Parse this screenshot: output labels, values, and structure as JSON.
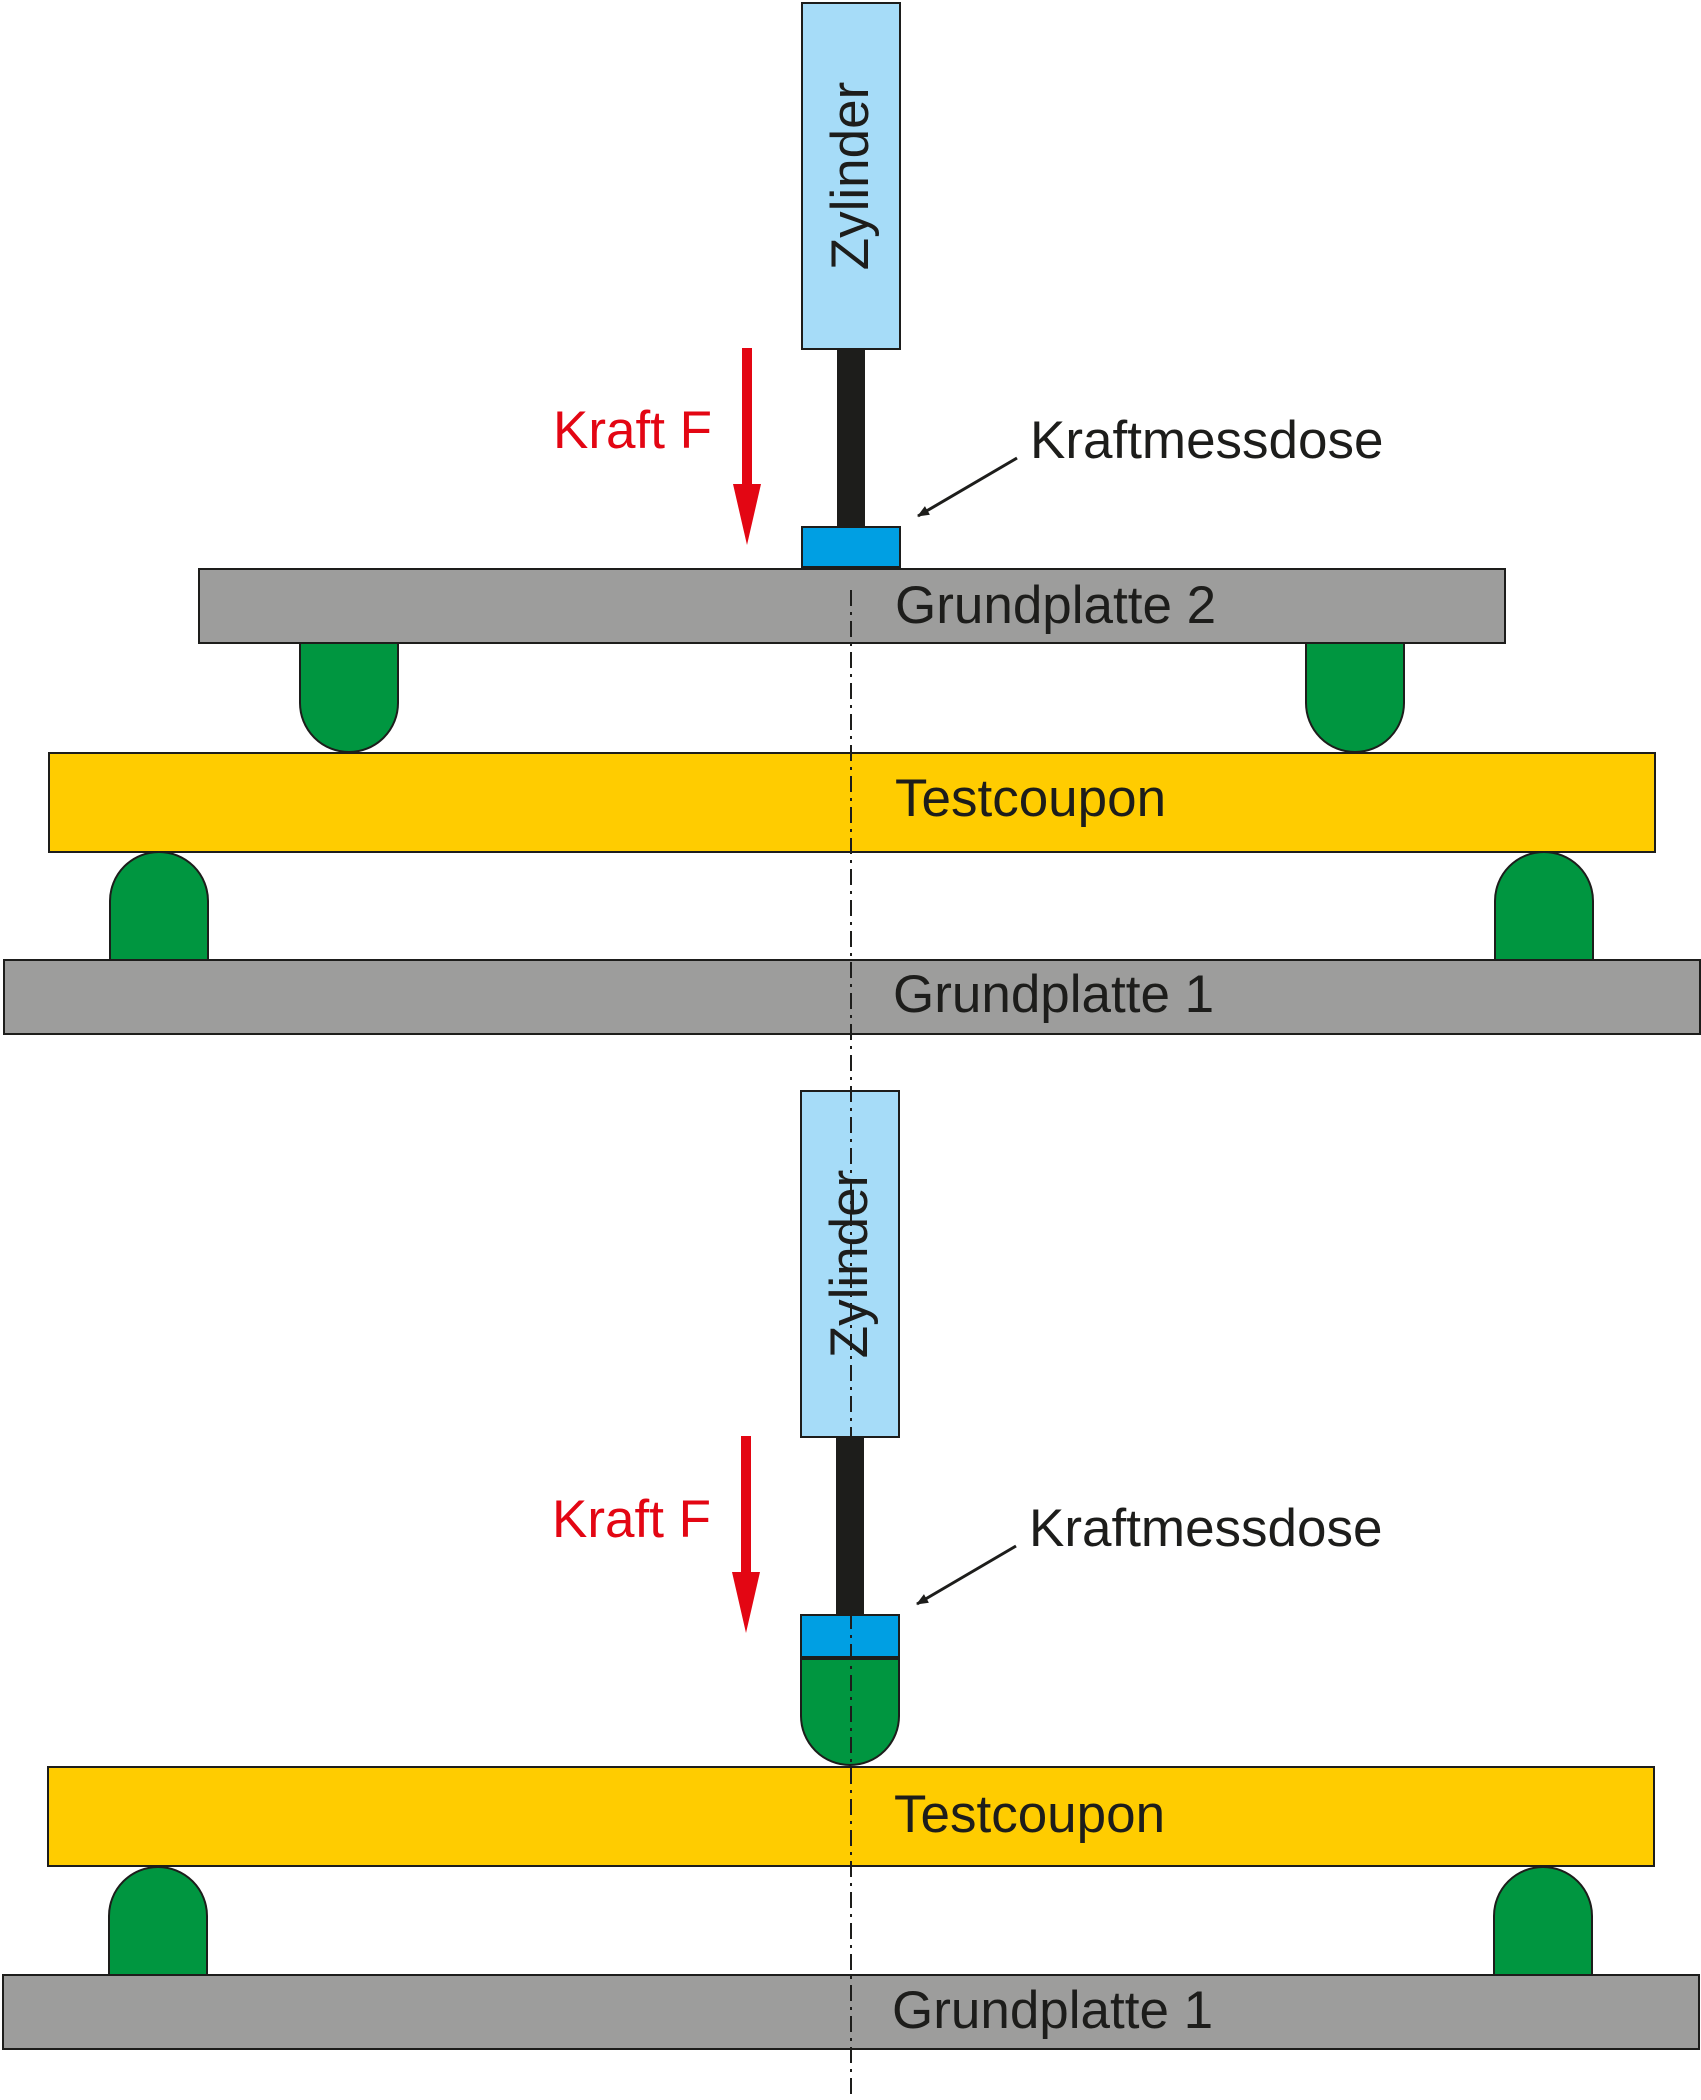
{
  "top": {
    "cylinder_label": "Zylinder",
    "force_label": "Kraft F",
    "loadcell_label": "Kraftmessdose",
    "plate_upper_label": "Grundplatte 2",
    "coupon_label": "Testcoupon",
    "plate_lower_label": "Grundplatte 1"
  },
  "bottom": {
    "cylinder_label": "Zylinder",
    "force_label": "Kraft F",
    "loadcell_label": "Kraftmessdose",
    "coupon_label": "Testcoupon",
    "plate_lower_label": "Grundplatte 1"
  },
  "colors": {
    "cylinder": "#a6dcf8",
    "rod": "#1d1d1b",
    "loadcell": "#009fe3",
    "plate": "#9d9d9c",
    "coupon": "#ffcc00",
    "support": "#009640",
    "force_arrow": "#e30613"
  }
}
